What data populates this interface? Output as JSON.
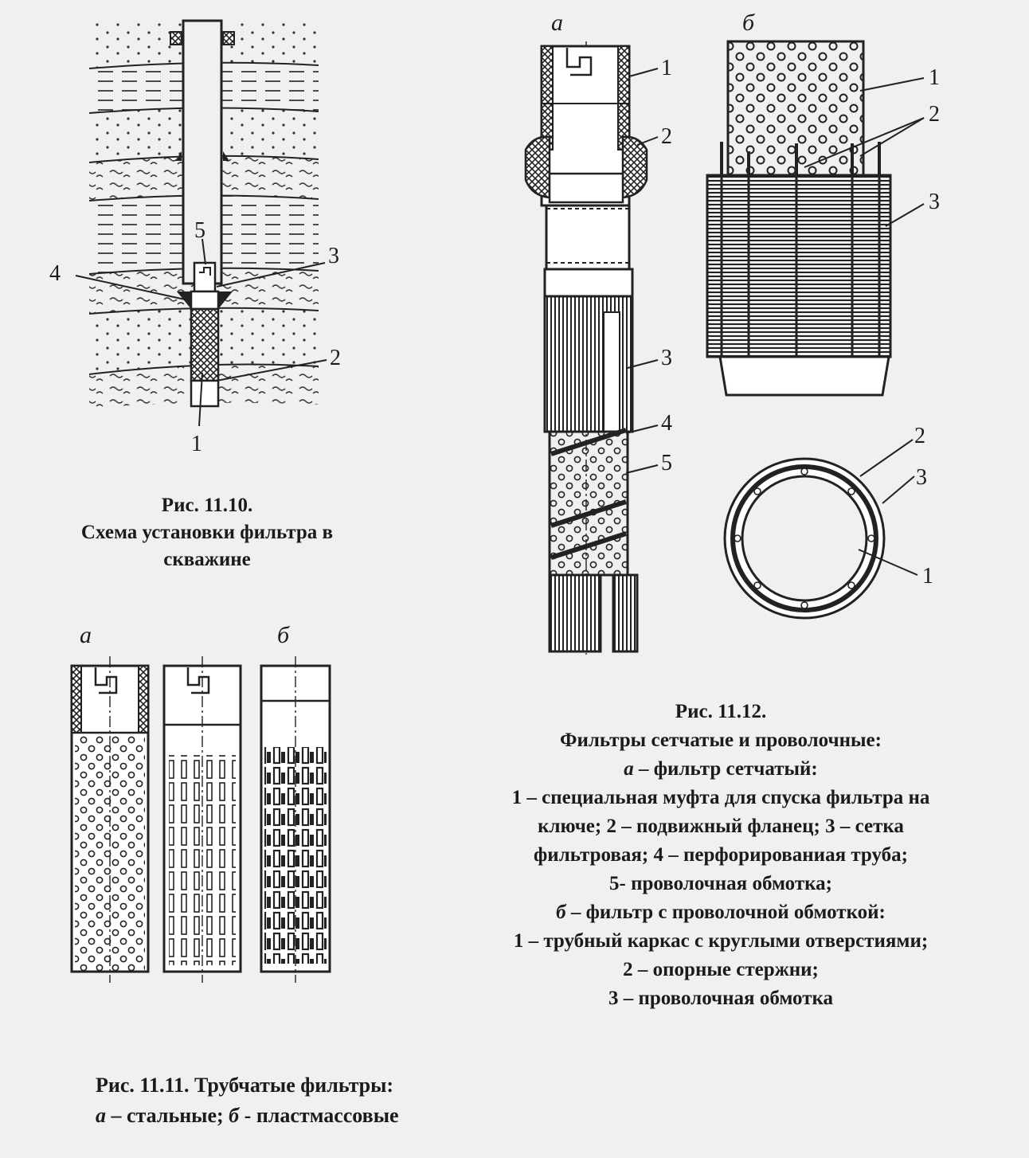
{
  "fig_11_10": {
    "callouts": [
      "5",
      "4",
      "3",
      "2",
      "1"
    ],
    "caption": [
      "Рис. 11.10.",
      "Схема установки фильтра в",
      "скважине"
    ]
  },
  "fig_11_11": {
    "variant_a": "а",
    "variant_b": "б",
    "caption_line1": "Рис. 11.11. Трубчатые фильтры:",
    "caption_line2_a": "а",
    "caption_line2_rest": " – стальные; ",
    "caption_line2_b": "б",
    "caption_line2_end": " - пластмассовые"
  },
  "fig_11_12": {
    "variant_a": "а",
    "variant_b": "б",
    "callouts_a": [
      "1",
      "2",
      "3",
      "4",
      "5"
    ],
    "callouts_b": [
      "1",
      "2",
      "3"
    ],
    "callouts_section": [
      "2",
      "3",
      "1"
    ],
    "caption": {
      "title": "Рис. 11.12.",
      "subtitle": "Фильтры сетчатые и проволочные:",
      "a_letter": "а",
      "a_text": " – фильтр сетчатый:",
      "a_lines": [
        "1 – специальная муфта для спуска фильтра на",
        "ключе; 2 – подвижный фланец; 3 – сетка",
        "фильтровая; 4 – перфорированиая труба;",
        "5- проволочная обмотка;"
      ],
      "b_letter": "б",
      "b_text": " – фильтр с проволочной обмоткой:",
      "b_lines": [
        "1 – трубный каркас с круглыми отверстиями;",
        "2 – опорные стержни;",
        "3 – проволочная обмотка"
      ]
    }
  }
}
